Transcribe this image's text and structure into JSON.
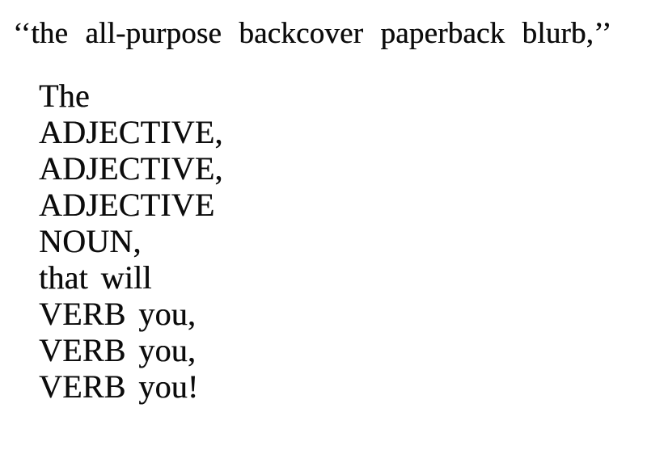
{
  "page": {
    "background_color": "#ffffff",
    "text_color": "#0c0c0c",
    "title": "‘‘the all-purpose backcover paperback blurb,’’",
    "poem_lines": [
      "The",
      "ADJECTIVE,",
      "ADJECTIVE,",
      "ADJECTIVE",
      "NOUN,",
      "that will",
      "VERB you,",
      "VERB you,",
      "VERB you!"
    ]
  }
}
